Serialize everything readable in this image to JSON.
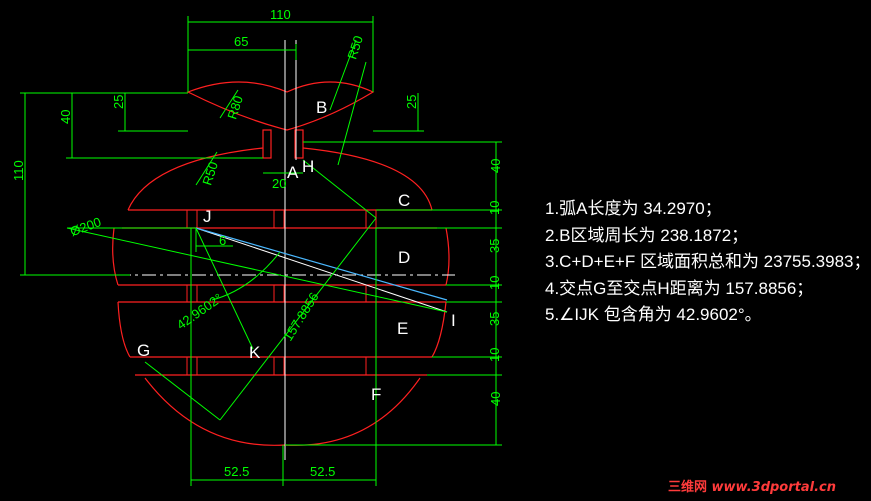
{
  "dimensions": {
    "top_width": "110",
    "left_width": "65",
    "radius_b": "R50",
    "radius_leaf": "R80",
    "radius_top": "R50",
    "height_40_left": "40",
    "height_25_left": "25",
    "height_25_right": "25",
    "gap_20": "20",
    "total_110": "110",
    "diameter": "Ø200",
    "offset_6": "6",
    "angle": "42.9602°",
    "distance": "157.8856",
    "bottom_left": "52.5",
    "bottom_right": "52.5",
    "right_40_top": "40",
    "right_10_a": "10",
    "right_35_a": "35",
    "right_10_b": "10",
    "right_35_b": "35",
    "right_10_c": "10",
    "right_40_bottom": "40"
  },
  "point_labels": {
    "A": "A",
    "B": "B",
    "C": "C",
    "D": "D",
    "E": "E",
    "F": "F",
    "G": "G",
    "H": "H",
    "I": "I",
    "J": "J",
    "K": "K"
  },
  "notes": [
    "1.弧A长度为 34.2970；",
    "2.B区域周长为 238.1872；",
    "3.C+D+E+F 区域面积总和为 23755.3983；",
    "4.交点G至交点H距离为 157.8856；",
    "5.∠IJK 包含角为 42.9602°。"
  ],
  "watermark": {
    "cn": "三维网",
    "url": "www.3dportal.cn"
  },
  "colors": {
    "background": "#000000",
    "outline": "#ff2020",
    "dimension": "#00ff00",
    "line": "#ffffff",
    "diagonal": "#4ab8ff"
  }
}
